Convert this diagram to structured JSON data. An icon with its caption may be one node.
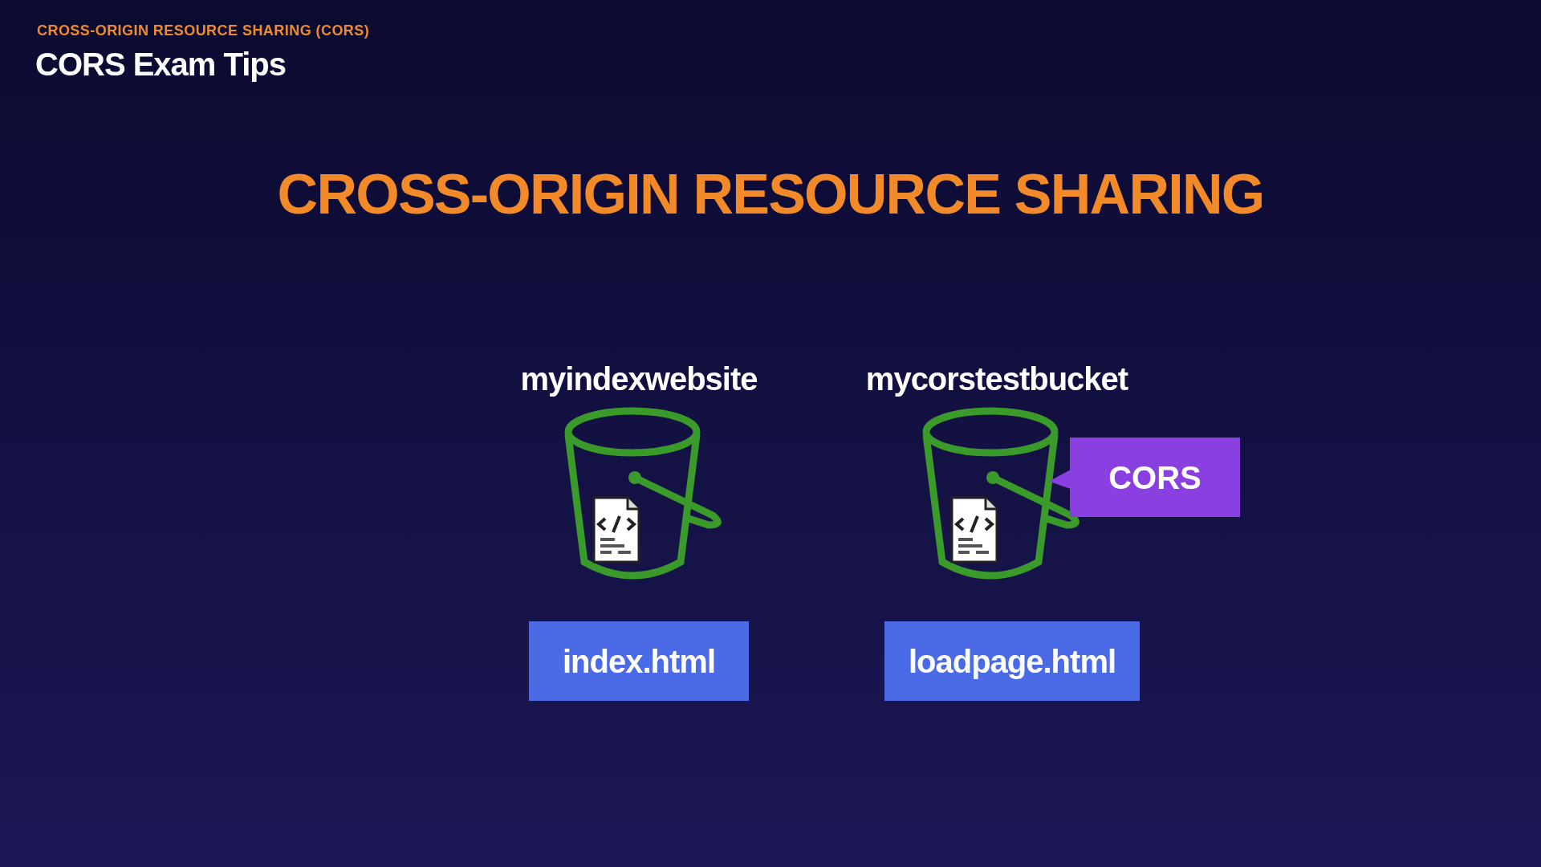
{
  "diagram": {
    "title": "CORS Exam Tips",
    "nodes": [
      {
        "text": [
          "myindexwebsite"
        ]
      },
      {
        "text": [
          "index.html"
        ]
      },
      {
        "text": [
          "mycorstestbucket"
        ]
      },
      {
        "text": [
          "loadpage.html"
        ]
      },
      {
        "text": [
          "CORS"
        ]
      }
    ],
    "labels": [
      "CROSS-ORIGIN RESOURCE SHARING (CORS)",
      "CROSS-ORIGIN RESOURCE SHARING"
    ]
  }
}
